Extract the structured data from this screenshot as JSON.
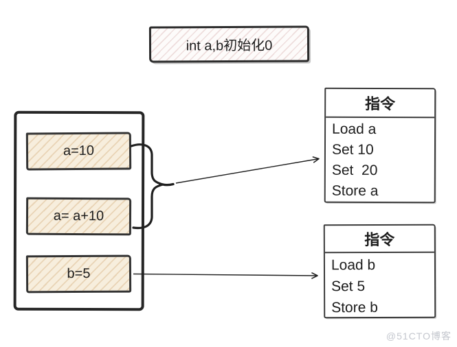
{
  "title": "int a,b初始化0",
  "code_panel": {
    "statements": [
      "a=10",
      "a= a+10",
      "b=5"
    ]
  },
  "instruction_tables": [
    {
      "header": "指令",
      "lines": [
        "Load a",
        "Set 10",
        "Set  20",
        "Store a"
      ]
    },
    {
      "header": "指令",
      "lines": [
        "Load b",
        "Set 5",
        "Store b"
      ]
    }
  ],
  "watermark": "@51CTO博客",
  "colors": {
    "ink": "#262626",
    "code_box_fill": "#f7eedd",
    "code_hatch": "#c89658",
    "title_hatch": "#cd9898",
    "watermark_gray": "#c4c7ce"
  }
}
